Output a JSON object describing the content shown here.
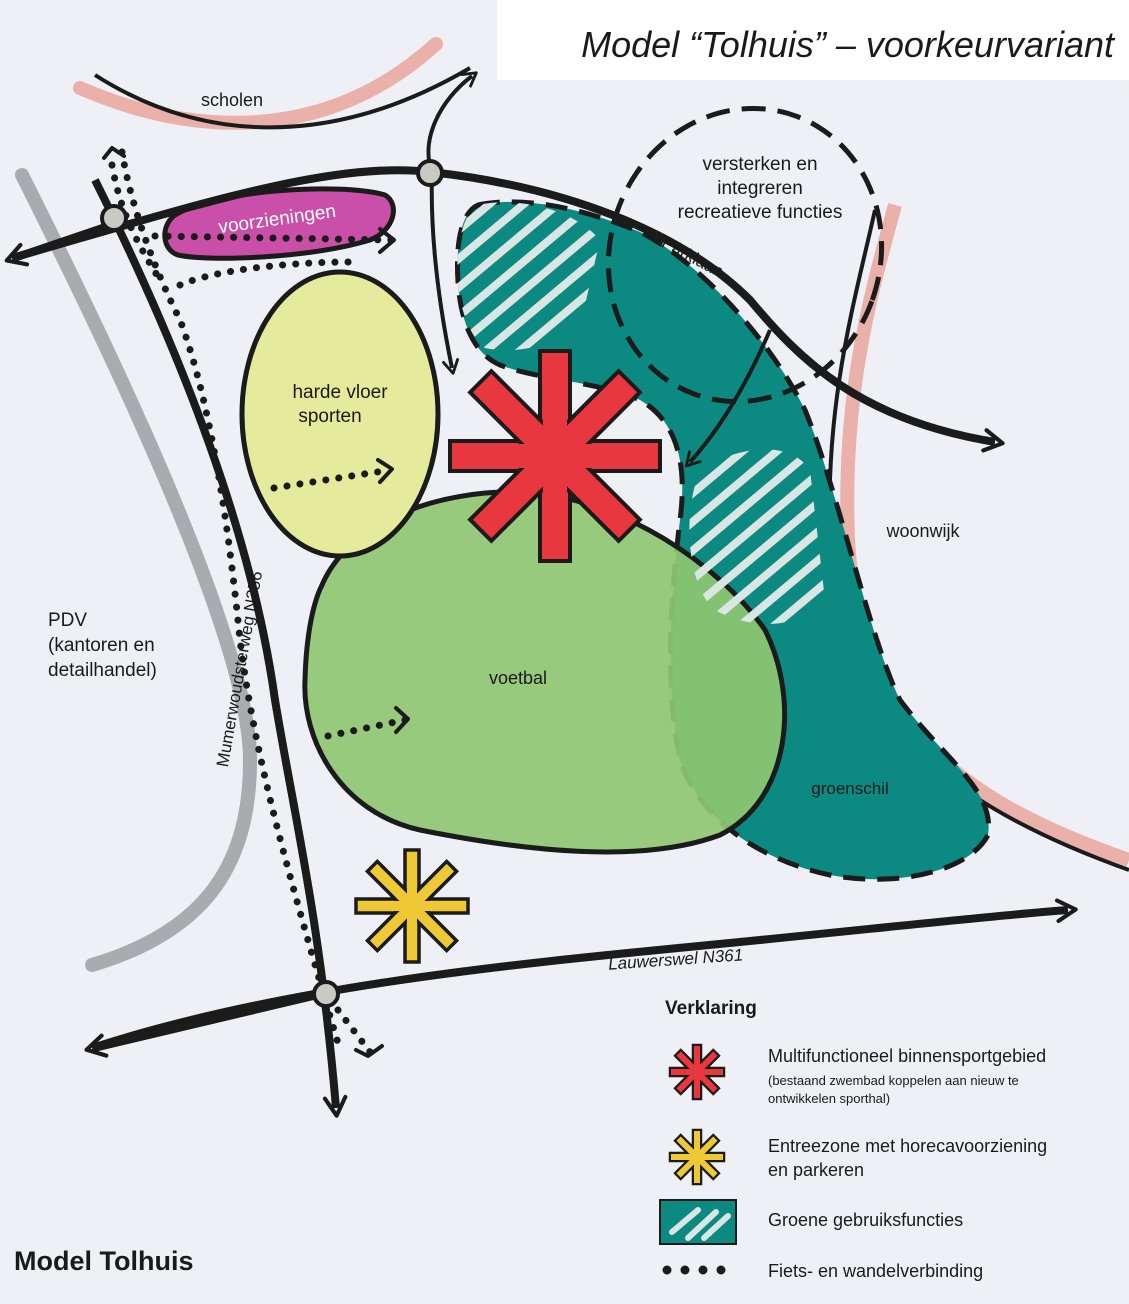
{
  "title": "Model “Tolhuis” – voorkeurvariant",
  "corner_title": "Model Tolhuis",
  "areas": {
    "scholen": "scholen",
    "voorzieningen": "voorzieningen",
    "recreatief": [
      "versterken en",
      "integreren",
      "recreatieve functies"
    ],
    "harde_vloer": [
      "harde vloer",
      "sporten"
    ],
    "voetbal": "voetbal",
    "groenschil": "groenschil",
    "woonwijk": "woonwijk",
    "pdv": [
      "PDV",
      "(kantoren en",
      "detailhandel)"
    ]
  },
  "roads": {
    "parklaan": "Parklaan",
    "mumerwoudsterweg": "Mumerwoudsterweg N356",
    "lauwerswel": "Lauwerswel N361"
  },
  "legend": {
    "title": "Verklaring",
    "items": [
      {
        "icon": "red-asterisk-icon",
        "label": "Multifunctioneel binnensportgebied",
        "sub": [
          "(bestaand zwembad koppelen aan nieuw te",
          "ontwikkelen sporthal)"
        ]
      },
      {
        "icon": "yellow-asterisk-icon",
        "label": [
          "Entreezone met horecavoorziening",
          "en parkeren"
        ]
      },
      {
        "icon": "hatched-green-icon",
        "label": "Groene gebruiksfuncties"
      },
      {
        "icon": "dotted-line-icon",
        "label": "Fiets- en wandelverbinding"
      }
    ]
  },
  "colors": {
    "background": "#eef0f6",
    "road": "#1b1b1b",
    "pink_edge": "#eab0aa",
    "grey_edge": "#a9abaf",
    "voorzieningen": "#c94fa8",
    "harde_vloer": "#e5eb9c",
    "voetbal": "#8fc772",
    "groenschil": "#0c8a82",
    "red_asterisk": "#e8373f",
    "yellow_asterisk": "#efc935"
  }
}
